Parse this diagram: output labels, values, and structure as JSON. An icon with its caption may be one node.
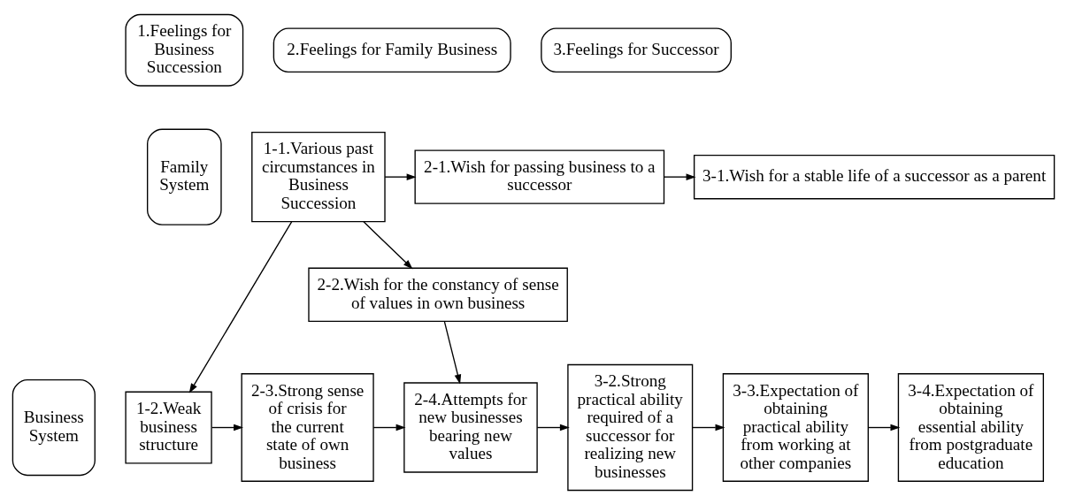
{
  "diagram": {
    "nodes": [
      {
        "text": [
          "1.Feelings for Business Succession"
        ]
      },
      {
        "text": [
          "2.Feelings for Family Business"
        ]
      },
      {
        "text": [
          "3.Feelings for Successor"
        ]
      },
      {
        "text": [
          "Family System"
        ]
      },
      {
        "text": [
          "Business System"
        ]
      },
      {
        "text": [
          "1-1.Various past circumstances in Business Succession"
        ]
      },
      {
        "text": [
          "2-1.Wish for passing business to a successor"
        ]
      },
      {
        "text": [
          "3-1.Wish for a stable life of a successor as a parent"
        ]
      },
      {
        "text": [
          "2-2.Wish for the constancy of sense of values in own business"
        ]
      },
      {
        "text": [
          "1-2.Weak business structure"
        ]
      },
      {
        "text": [
          "2-3.Strong sense of crisis for the current state of own business"
        ]
      },
      {
        "text": [
          "2-4.Attempts for new businesses bearing new values"
        ]
      },
      {
        "text": [
          "3-2.Strong practical ability required of a successor for realizing new businesses"
        ]
      },
      {
        "text": [
          "3-3.Expectation of obtaining practical ability from working at other companies"
        ]
      },
      {
        "text": [
          "3-4.Expectation of obtaining essential ability from postgraduate education"
        ]
      }
    ],
    "edges": [
      {
        "from": 5,
        "to": 6,
        "arrow": "to"
      },
      {
        "from": 6,
        "to": 7,
        "arrow": "to"
      },
      {
        "from": 5,
        "to": 8,
        "arrow": "to"
      },
      {
        "from": 5,
        "to": 9,
        "arrow": "to"
      },
      {
        "from": 9,
        "to": 10,
        "arrow": "to"
      },
      {
        "from": 10,
        "to": 11,
        "arrow": "to"
      },
      {
        "from": 8,
        "to": 11,
        "arrow": "to"
      },
      {
        "from": 11,
        "to": 12,
        "arrow": "to"
      },
      {
        "from": 12,
        "to": 13,
        "arrow": "to"
      },
      {
        "from": 13,
        "to": 14,
        "arrow": "to"
      }
    ]
  }
}
